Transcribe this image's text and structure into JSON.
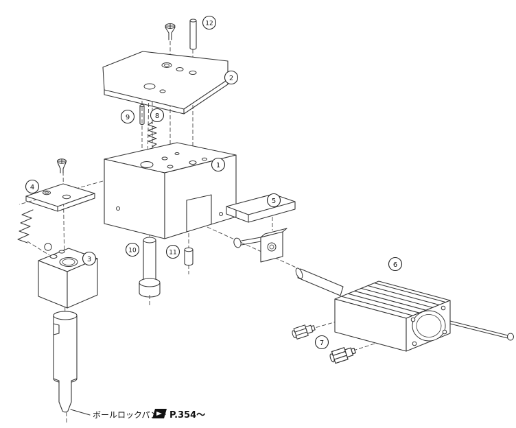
{
  "figure": {
    "type": "exploded-assembly-diagram",
    "background": "#ffffff",
    "line_color": "#333333",
    "part_labels": [
      {
        "id": "part-1",
        "num": "1"
      },
      {
        "id": "part-2",
        "num": "2"
      },
      {
        "id": "part-3",
        "num": "3"
      },
      {
        "id": "part-4",
        "num": "4"
      },
      {
        "id": "part-5",
        "num": "5"
      },
      {
        "id": "part-6",
        "num": "6"
      },
      {
        "id": "part-7",
        "num": "7"
      },
      {
        "id": "part-8",
        "num": "8"
      },
      {
        "id": "part-9",
        "num": "9"
      },
      {
        "id": "part-10",
        "num": "10"
      },
      {
        "id": "part-11",
        "num": "11"
      },
      {
        "id": "part-12",
        "num": "12"
      }
    ],
    "footnote": {
      "label": "ボールロックパンチ",
      "icon": "catalog-page-icon",
      "page_ref": "P.354～"
    }
  }
}
